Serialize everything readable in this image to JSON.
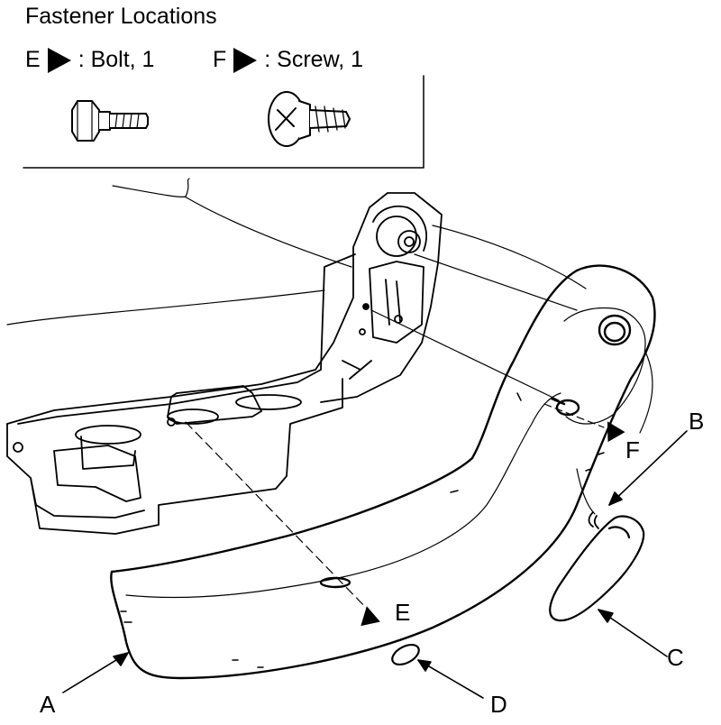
{
  "legend": {
    "title": "Fastener Locations",
    "items": [
      {
        "letter": "E",
        "text": ": Bolt, 1",
        "icon": "bolt-icon"
      },
      {
        "letter": "F",
        "text": ": Screw, 1",
        "icon": "screw-icon"
      }
    ]
  },
  "callouts": {
    "A": "A",
    "B": "B",
    "C": "C",
    "D": "D",
    "E": "E",
    "F": "F"
  },
  "colors": {
    "line": "#000000",
    "background": "#ffffff"
  }
}
